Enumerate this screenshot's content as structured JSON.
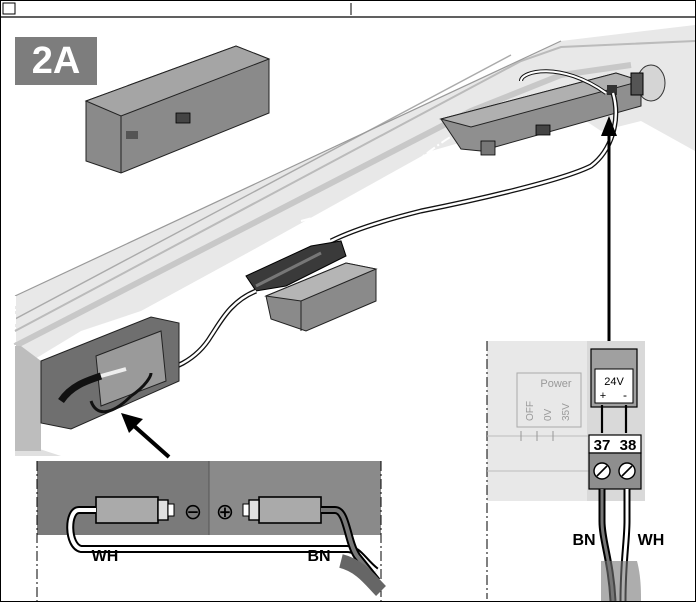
{
  "step_badge": "2A",
  "power_panel": {
    "title": "Power",
    "switch_labels": [
      "OFF",
      "0V",
      "35V"
    ],
    "connector_voltage": "24V",
    "plus": "+",
    "minus": "-",
    "terminal_left": "37",
    "terminal_right": "38",
    "wire_left": "BN",
    "wire_right": "WH"
  },
  "connector_detail": {
    "wire_left": "WH",
    "wire_right": "BN",
    "minus_symbol": "⊖",
    "plus_symbol": "⊕"
  },
  "colors": {
    "badge": "#7d7d7d",
    "dark_gray": "#6c6c6c",
    "panel_light": "#ececec",
    "outline": "#000000"
  }
}
